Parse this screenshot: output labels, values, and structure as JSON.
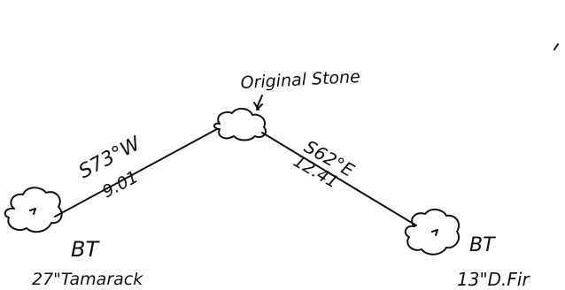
{
  "labels": {
    "corner": "Original Stone",
    "line_sw_bearing": "S73°W",
    "line_sw_distance": "9.01",
    "line_se_bearing": "S62°E",
    "line_se_distance": "12.41",
    "bt_left_label": "BT",
    "bt_left_tree": "27\"Tamarack",
    "bt_right_label": "BT",
    "bt_right_tree": "13\"D.Fir"
  }
}
